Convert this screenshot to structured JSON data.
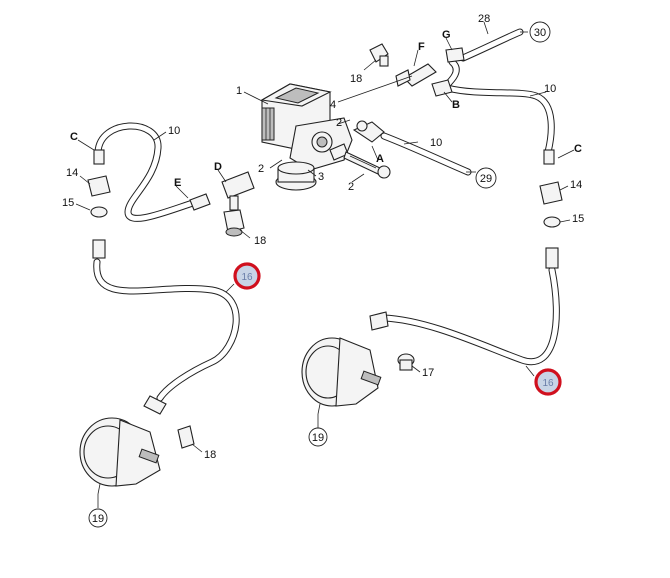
{
  "callouts": {
    "c1": "1",
    "c2a": "2",
    "c2b": "2",
    "c2c": "2",
    "c3": "3",
    "c4": "4",
    "c10a": "10",
    "c10b": "10",
    "c10c": "10",
    "c14l": "14",
    "c14r": "14",
    "c15l": "15",
    "c15r": "15",
    "c16l": "16",
    "c16r": "16",
    "c17": "17",
    "c18a": "18",
    "c18b": "18",
    "c18c": "18",
    "c19l": "19",
    "c19r": "19",
    "c28": "28",
    "c29": "29",
    "c30": "30"
  },
  "letters": {
    "A": "A",
    "B": "B",
    "Cl": "C",
    "Cr": "C",
    "D": "D",
    "E": "E",
    "F": "F",
    "G": "G"
  },
  "colors": {
    "highlight_ring": "#d0101e",
    "highlight_fill": "#c8d4e6"
  }
}
